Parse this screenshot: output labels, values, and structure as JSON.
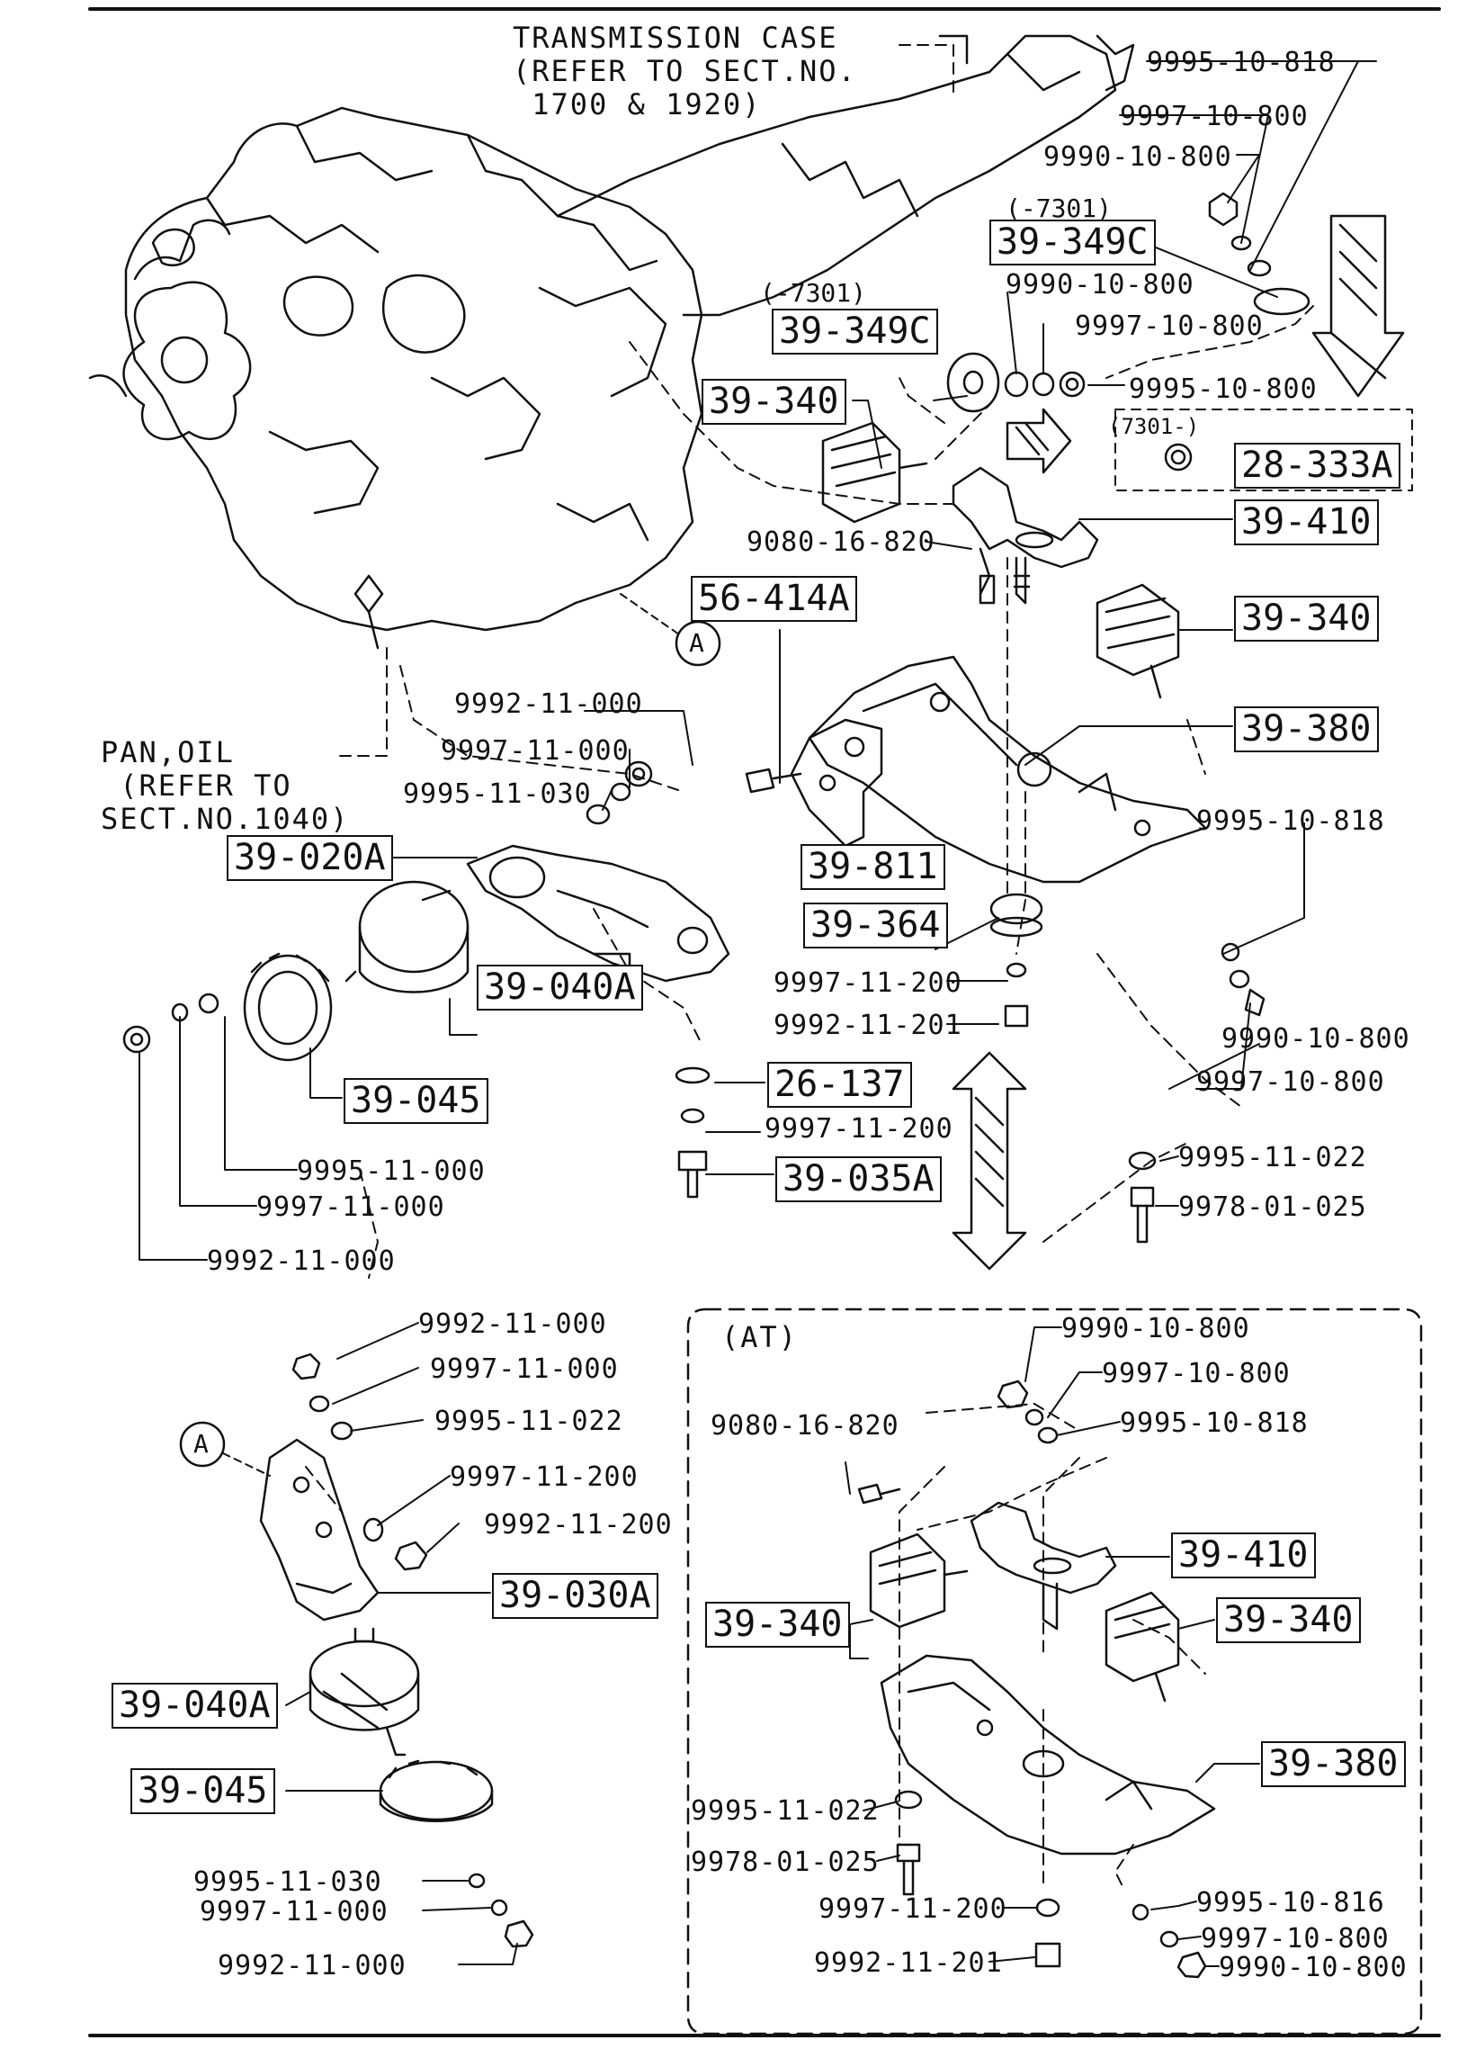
{
  "notes": {
    "transmission": "TRANSMISSION CASE\n(REFER TO SECT.NO.\n 1700 & 1920)",
    "pan_oil": "PAN,OIL\n (REFER TO\nSECT.NO.1040)",
    "at_section": "(AT)",
    "ref_7301_a": "(-7301)",
    "ref_7301_b": "(-7301)",
    "ref_7301_c": "(7301-)",
    "callout_a": "A"
  },
  "boxed_parts": {
    "p39_349c_a": "39-349C",
    "p39_349c_b": "39-349C",
    "p39_340_a": "39-340",
    "p28_333a": "28-333A",
    "p39_410_a": "39-410",
    "p56_414a": "56-414A",
    "p39_340_b": "39-340",
    "p39_380_a": "39-380",
    "p39_020a": "39-020A",
    "p39_811": "39-811",
    "p39_364": "39-364",
    "p39_040a_a": "39-040A",
    "p26_137": "26-137",
    "p39_045_a": "39-045",
    "p39_035a": "39-035A",
    "p39_030a": "39-030A",
    "p39_040a_b": "39-040A",
    "p39_045_b": "39-045",
    "p39_410_b": "39-410",
    "p39_340_c": "39-340",
    "p39_340_d": "39-340",
    "p39_380_b": "39-380"
  },
  "part_numbers": {
    "n1": "9995-10-818",
    "n2": "9997-10-800",
    "n3": "9990-10-800",
    "n4": "9990-10-800",
    "n5": "9997-10-800",
    "n6": "9995-10-800",
    "n7": "9080-16-820",
    "n8": "9992-11-000",
    "n9": "9997-11-000",
    "n10": "9995-11-030",
    "n11": "9995-10-818",
    "n12": "9997-11-200",
    "n13": "9992-11-201",
    "n14": "9990-10-800",
    "n15": "9997-10-800",
    "n16": "9997-11-200",
    "n17": "9995-11-022",
    "n18": "9978-01-025",
    "n19": "9995-11-000",
    "n20": "9997-11-000",
    "n21": "9992-11-000",
    "n22": "9992-11-000",
    "n23": "9997-11-000",
    "n24": "9995-11-022",
    "n25": "9997-11-200",
    "n26": "9992-11-200",
    "n27": "9995-11-030",
    "n28": "9997-11-000",
    "n29": "9992-11-000",
    "n30": "9990-10-800",
    "n31": "9997-10-800",
    "n32": "9080-16-820",
    "n33": "9995-10-818",
    "n34": "9995-11-022",
    "n35": "9978-01-025",
    "n36": "9997-11-200",
    "n37": "9992-11-201",
    "n38": "9995-10-816",
    "n39": "9997-10-800",
    "n40": "9990-10-800"
  }
}
